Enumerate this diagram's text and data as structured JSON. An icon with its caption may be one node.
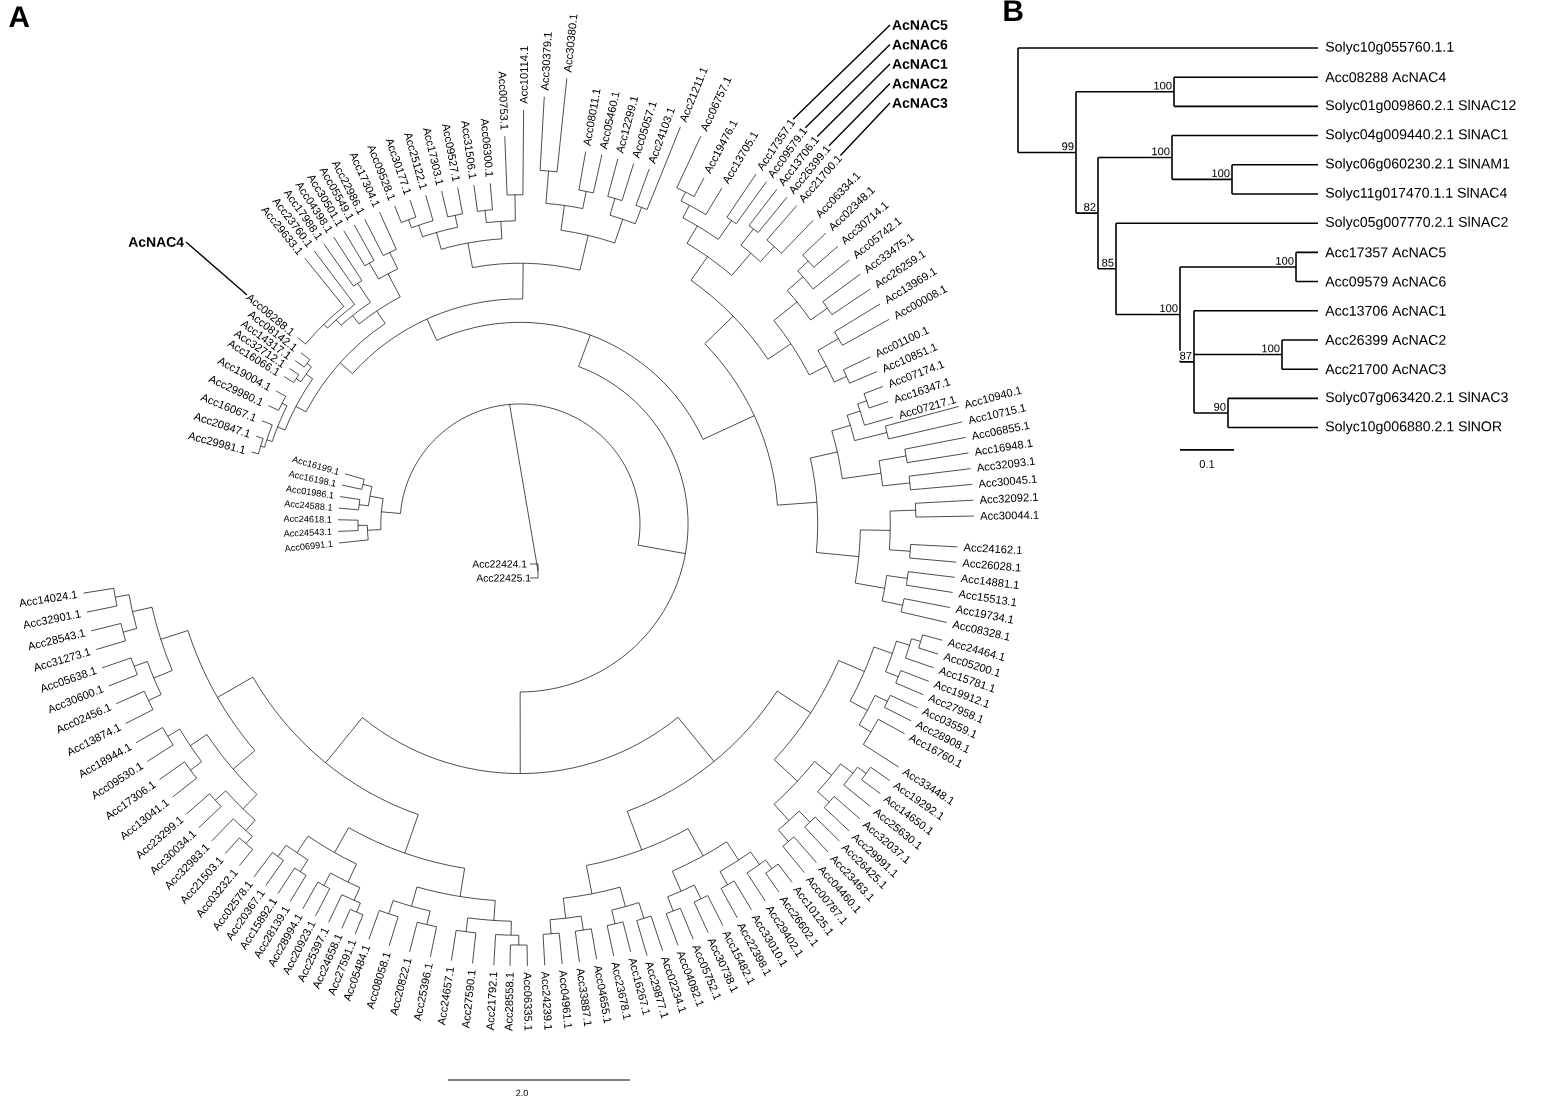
{
  "diagram": {
    "nodes": [
      {
        "text": [
          "AcNAC4"
        ]
      },
      {
        "text": [
          "Acc08288.1"
        ]
      },
      {
        "text": [
          "AcNAC5"
        ]
      },
      {
        "text": [
          "Acc17357.1"
        ]
      },
      {
        "text": [
          "AcNAC6"
        ]
      },
      {
        "text": [
          "Acc09579.1"
        ]
      },
      {
        "text": [
          "AcNAC1"
        ]
      },
      {
        "text": [
          "Acc13706.1"
        ]
      },
      {
        "text": [
          "AcNAC2"
        ]
      },
      {
        "text": [
          "Acc26399.1"
        ]
      },
      {
        "text": [
          "AcNAC3"
        ]
      },
      {
        "text": [
          "Acc21700.1"
        ]
      }
    ],
    "edges": [
      {
        "from": 0,
        "to": 1,
        "arrow": "none"
      },
      {
        "from": 2,
        "to": 3,
        "arrow": "none"
      },
      {
        "from": 4,
        "to": 5,
        "arrow": "none"
      },
      {
        "from": 6,
        "to": 7,
        "arrow": "none"
      },
      {
        "from": 8,
        "to": 9,
        "arrow": "none"
      },
      {
        "from": 10,
        "to": 11,
        "arrow": "none"
      }
    ],
    "labels": [
      "A",
      "Acc16199.1",
      "Acc16198.1",
      "Acc01986.1",
      "Acc24588.1",
      "Acc24618.1",
      "Acc24543.1",
      "Acc06991.1",
      "Acc29981.1",
      "Acc20847.1",
      "Acc16067.1",
      "Acc29980.1",
      "Acc19004.1",
      "Acc16066.1",
      "Acc32712.1",
      "Acc14317.1",
      "Acc08142.1",
      "Acc29633.1",
      "Acc23760.1",
      "Acc17988.1",
      "Acc04398.1",
      "Acc30501.1",
      "Acc05549.1",
      "Acc22986.1",
      "Acc17304.1",
      "Acc09528.1",
      "Acc30177.1",
      "Acc25122.1",
      "Acc17303.1",
      "Acc09527.1",
      "Acc31506.1",
      "Acc06300.1",
      "Acc00753.1",
      "Acc10114.1",
      "Acc30379.1",
      "Acc30380.1",
      "Acc08011.1",
      "Acc05460.1",
      "Acc12299.1",
      "Acc05057.1",
      "Acc24103.1",
      "Acc21211.1",
      "Acc06757.1",
      "Acc19476.1",
      "Acc13705.1",
      "Acc06334.1",
      "Acc02348.1",
      "Acc30714.1",
      "Acc05742.1",
      "Acc33475.1",
      "Acc26259.1",
      "Acc13969.1",
      "Acc00008.1",
      "Acc01100.1",
      "Acc10851.1",
      "Acc07174.1",
      "Acc16347.1",
      "Acc07217.1",
      "Acc10940.1",
      "Acc10715.1",
      "Acc06855.1",
      "Acc16948.1",
      "Acc32093.1",
      "Acc30045.1",
      "Acc32092.1",
      "Acc30044.1",
      "Acc14024.1",
      "Acc32901.1",
      "Acc28543.1",
      "Acc31273.1",
      "Acc05638.1",
      "Acc30600.1",
      "Acc02456.1",
      "Acc13874.1",
      "Acc18944.1",
      "Acc09530.1",
      "Acc17306.1",
      "Acc13041.1",
      "Acc23299.1",
      "Acc30034.1",
      "Acc32983.1",
      "Acc21503.1",
      "Acc03232.1",
      "Acc02578.1",
      "Acc20367.1",
      "Acc15892.1",
      "Acc28139.1",
      "Acc28994.1",
      "Acc20923.1",
      "Acc25397.1",
      "Acc24658.1",
      "Acc27591.1",
      "Acc05484.1",
      "Acc08058.1",
      "Acc20822.1",
      "Acc25396.1",
      "Acc24657.1",
      "Acc27590.1",
      "Acc21792.1",
      "Acc28558.1",
      "Acc06335.1",
      "Acc24239.1",
      "Acc04961.1",
      "Acc33887.1",
      "Acc04655.1",
      "Acc23678.1",
      "Acc16267.1",
      "Acc29877.1",
      "Acc02234.1",
      "Acc04082.1",
      "Acc05752.1",
      "Acc30738.1",
      "Acc15482.1",
      "Acc22398.1",
      "Acc33010.1",
      "Acc29402.1",
      "Acc26602.1",
      "Acc10125.1",
      "Acc00787.1",
      "Acc04460.1",
      "Acc23463.1",
      "Acc26425.1",
      "Acc29991.1",
      "Acc32037.1",
      "Acc25630.1",
      "Acc14650.1",
      "Acc19292.1",
      "Acc33448.1",
      "Acc16760.1",
      "Acc28908.1",
      "Acc03559.1",
      "Acc27958.1",
      "Acc19912.1",
      "Acc15781.1",
      "Acc05200.1",
      "Acc24464.1",
      "Acc08328.1",
      "Acc19734.1",
      "Acc15513.1",
      "Acc14881.1",
      "Acc26028.1",
      "Acc24162.1",
      "Acc22424.1",
      "Acc22425.1",
      "2.0",
      "B",
      "Solyc10g055760.1.1",
      "Acc08288 AcNAC4",
      "Solyc01g009860.2.1 SlNAC12",
      "Solyc04g009440.2.1 SlNAC1",
      "Solyc06g060230.2.1 SlNAM1",
      "Solyc11g017470.1.1 SlNAC4",
      "Solyc05g007770.2.1 SlNAC2",
      "Acc17357 AcNAC5",
      "Acc09579 AcNAC6",
      "Acc13706 AcNAC1",
      "Acc26399 AcNAC2",
      "Acc21700 AcNAC3",
      "Solyc07g063420.2.1 SlNAC3",
      "Solyc10g006880.2.1 SlNOR",
      "100",
      "99",
      "100",
      "100",
      "82",
      "85",
      "100",
      "100",
      "87",
      "100",
      "90",
      "0.1"
    ]
  }
}
